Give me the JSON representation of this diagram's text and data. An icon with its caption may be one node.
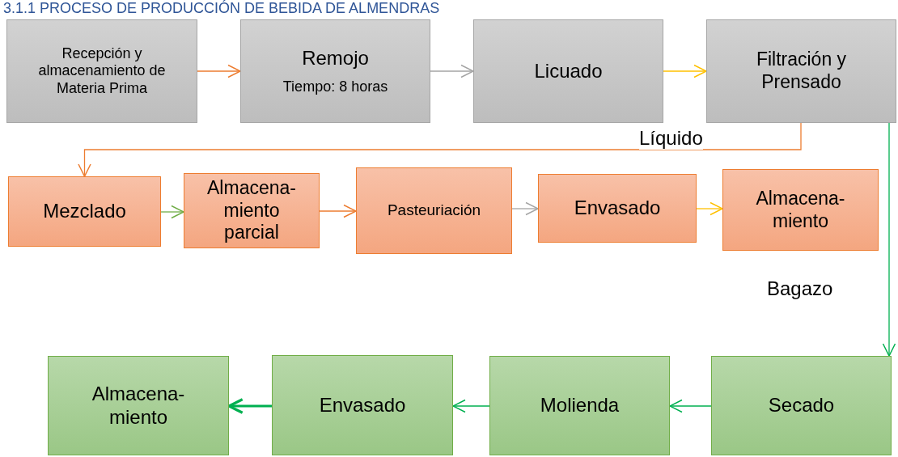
{
  "diagram": {
    "title": "3.1.1 PROCESO DE PRODUCCIÓN DE BEBIDA DE ALMENDRAS",
    "nodes": [
      {
        "text": [
          "Recepción y almacenamiento de Materia Prima"
        ]
      },
      {
        "text": [
          "Remojo",
          "Tiempo: 8 horas"
        ]
      },
      {
        "text": [
          "Licuado"
        ]
      },
      {
        "text": [
          "Filtración y Prensado"
        ]
      },
      {
        "text": [
          "Mezclado"
        ]
      },
      {
        "text": [
          "Almacena-miento parcial"
        ]
      },
      {
        "text": [
          "Pasteuriación"
        ]
      },
      {
        "text": [
          "Envasado"
        ]
      },
      {
        "text": [
          "Almacena-miento"
        ]
      },
      {
        "text": [
          "Almacena-miento"
        ]
      },
      {
        "text": [
          "Envasado"
        ]
      },
      {
        "text": [
          "Molienda"
        ]
      },
      {
        "text": [
          "Secado"
        ]
      }
    ],
    "edges": [
      {
        "from": 0,
        "to": 1,
        "arrow": "to",
        "color": "#ed7d31"
      },
      {
        "from": 1,
        "to": 2,
        "arrow": "to",
        "color": "#a5a5a5"
      },
      {
        "from": 2,
        "to": 3,
        "arrow": "to",
        "color": "#ffc000"
      },
      {
        "from": 3,
        "to": 4,
        "arrow": "to",
        "label": "Líquido",
        "color": "#ed7d31"
      },
      {
        "from": 4,
        "to": 5,
        "arrow": "to",
        "color": "#70ad47"
      },
      {
        "from": 5,
        "to": 6,
        "arrow": "to",
        "color": "#ed7d31"
      },
      {
        "from": 6,
        "to": 7,
        "arrow": "to",
        "color": "#a5a5a5"
      },
      {
        "from": 7,
        "to": 8,
        "arrow": "to",
        "color": "#ffc000"
      },
      {
        "from": 3,
        "to": 12,
        "arrow": "to",
        "label": "Bagazo"
      },
      {
        "from": 12,
        "to": 11,
        "arrow": "to"
      },
      {
        "from": 11,
        "to": 10,
        "arrow": "to"
      },
      {
        "from": 10,
        "to": 9,
        "arrow": "to",
        "style": "thick"
      }
    ]
  }
}
